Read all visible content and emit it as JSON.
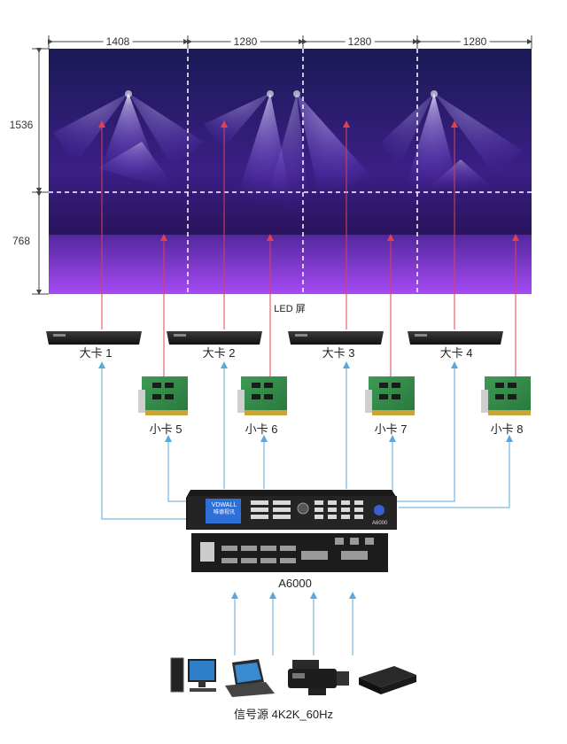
{
  "dimensions": {
    "widths": [
      "1408",
      "1280",
      "1280",
      "1280"
    ],
    "heights": [
      "1536",
      "768"
    ]
  },
  "screen_label": "LED 屏",
  "sending_cards": [
    "大卡 1",
    "大卡 2",
    "大卡 3",
    "大卡 4"
  ],
  "receiving_cards": [
    "小卡 5",
    "小卡 6",
    "小卡 7",
    "小卡 8"
  ],
  "processor": {
    "brand": "VDWALL",
    "subtitle": "唯德视讯",
    "panel_model": "A6000",
    "label": "A6000"
  },
  "source_label": "信号源 4K2K_60Hz",
  "colors": {
    "red_arrow": "#e04050",
    "blue_arrow": "#5aa8d8",
    "dim_line": "#444444"
  },
  "icons": [
    "computer-icon",
    "laptop-icon",
    "camcorder-icon",
    "media-box-icon"
  ]
}
